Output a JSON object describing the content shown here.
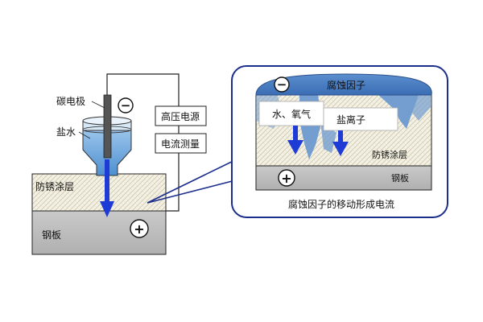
{
  "diagram": {
    "labels": {
      "carbon_electrode": "碳电极",
      "salt_water": "盐水",
      "high_voltage_source": "高压电源",
      "current_measurement": "电流测量",
      "coating_left": "防锈涂层",
      "steel_plate_left": "钢板",
      "corrosion_factor": "腐蚀因子",
      "water_oxygen": "水、氧气",
      "salt_ion": "盐离子",
      "coating_right": "防锈涂层",
      "steel_plate_right": "钢板",
      "caption": "腐蚀因子的移动形成电流"
    },
    "symbols": {
      "minus": "−",
      "plus": "+"
    },
    "colors": {
      "arrow_blue": "#1f3bd6",
      "corrosion_blue": "#4a7ec0",
      "steel_gray": "#bdbdbd",
      "coating_hatch": "#cfc6a8",
      "callout_border": "#1b2e8c"
    }
  }
}
